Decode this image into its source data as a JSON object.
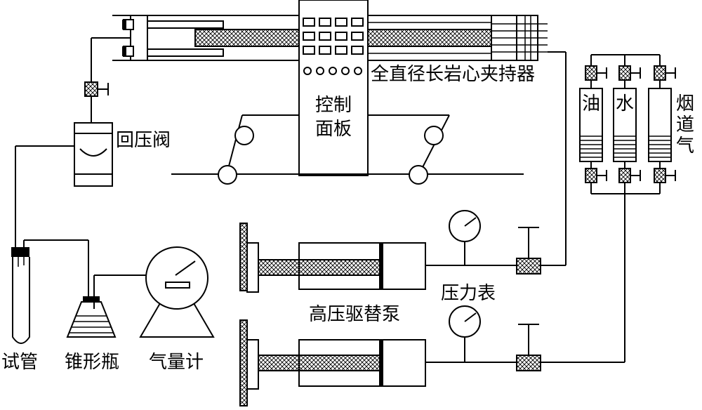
{
  "labels": {
    "holder": "全直径长岩心夹持器",
    "panel_line1": "控制",
    "panel_line2": "面板",
    "back_pressure_valve": "回压阀",
    "oil": "油",
    "water": "水",
    "flue_gas_1": "烟",
    "flue_gas_2": "道",
    "flue_gas_3": "气",
    "pressure_gauge": "压力表",
    "pump": "高压驱替泵",
    "test_tube": "试管",
    "flask": "锥形瓶",
    "gas_meter": "气量计"
  }
}
